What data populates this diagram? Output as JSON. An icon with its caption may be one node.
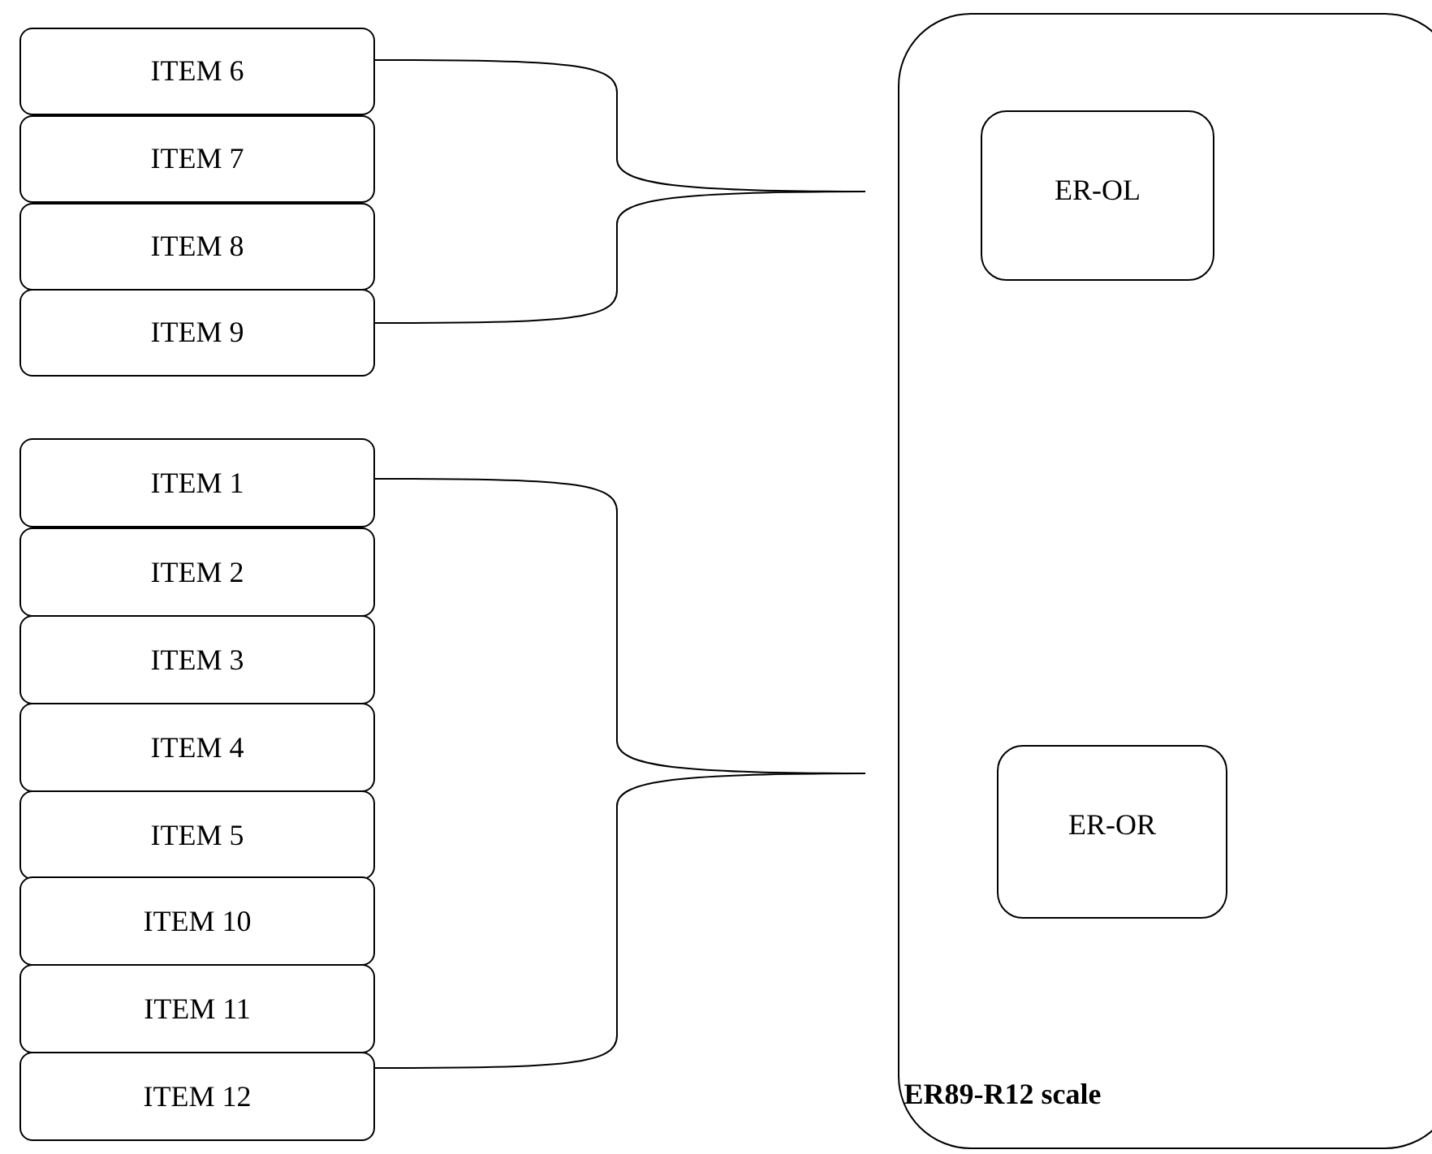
{
  "diagram": {
    "nodes": [
      {
        "text": [
          "ITEM 6"
        ]
      },
      {
        "text": [
          "ITEM 7"
        ]
      },
      {
        "text": [
          "ITEM 8"
        ]
      },
      {
        "text": [
          "ITEM 9"
        ]
      },
      {
        "text": [
          "ITEM 1"
        ]
      },
      {
        "text": [
          "ITEM 2"
        ]
      },
      {
        "text": [
          "ITEM 3"
        ]
      },
      {
        "text": [
          "ITEM 4"
        ]
      },
      {
        "text": [
          "ITEM 5"
        ]
      },
      {
        "text": [
          "ITEM 10"
        ]
      },
      {
        "text": [
          "ITEM 11"
        ]
      },
      {
        "text": [
          "ITEM 12"
        ]
      },
      {
        "text": [
          "ER89-R12 scale"
        ]
      },
      {
        "text": [
          "ER-OL"
        ],
        "in": 12
      },
      {
        "text": [
          "ER-OR"
        ],
        "in": 12
      }
    ]
  }
}
